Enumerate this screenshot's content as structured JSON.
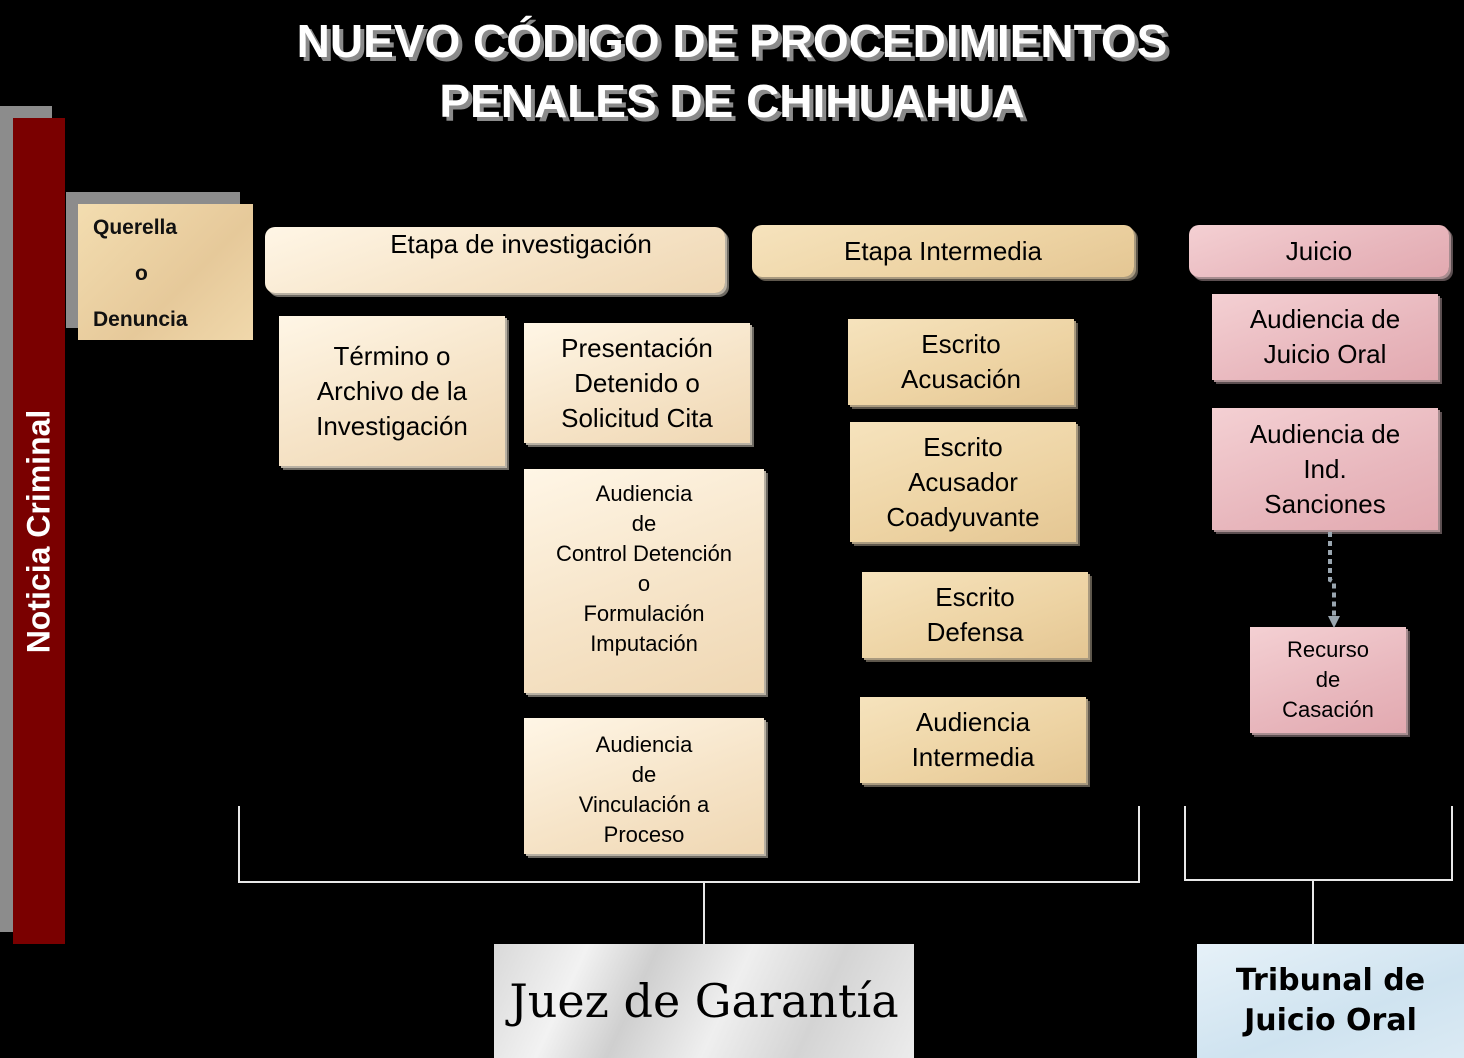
{
  "title": {
    "line1": "NUEVO CÓDIGO DE PROCEDIMIENTOS",
    "line2": "PENALES DE CHIHUAHUA"
  },
  "side_label": "Noticia Criminal",
  "querella": {
    "line1": "Querella",
    "line2": "o",
    "line3": "Denuncia"
  },
  "stages": {
    "investigacion": "Etapa de investigación",
    "intermedia": "Etapa Intermedia",
    "juicio": "Juicio"
  },
  "investigacion_boxes": {
    "termino": [
      "Término o",
      "Archivo de la",
      "Investigación"
    ],
    "presentacion": [
      "Presentación",
      "Detenido o",
      "Solicitud Cita"
    ],
    "control": [
      "Audiencia",
      "de",
      "Control Detención",
      "o",
      "Formulación",
      "Imputación"
    ],
    "vinculacion": [
      "Audiencia",
      "de",
      "Vinculación a",
      "Proceso"
    ]
  },
  "intermedia_boxes": {
    "acusacion": [
      "Escrito",
      "Acusación"
    ],
    "coadyuvante": [
      "Escrito",
      "Acusador",
      "Coadyuvante"
    ],
    "defensa": [
      "Escrito",
      "Defensa"
    ],
    "audiencia": [
      "Audiencia",
      "Intermedia"
    ]
  },
  "juicio_boxes": {
    "oral": [
      "Audiencia de",
      "Juicio Oral"
    ],
    "sanciones": [
      "Audiencia de",
      "Ind.",
      "Sanciones"
    ],
    "casacion": [
      "Recurso",
      "de",
      "Casación"
    ]
  },
  "footer": {
    "juez": "Juez de Garantía",
    "tribunal_line1": "Tribunal de",
    "tribunal_line2": "Juicio Oral"
  }
}
